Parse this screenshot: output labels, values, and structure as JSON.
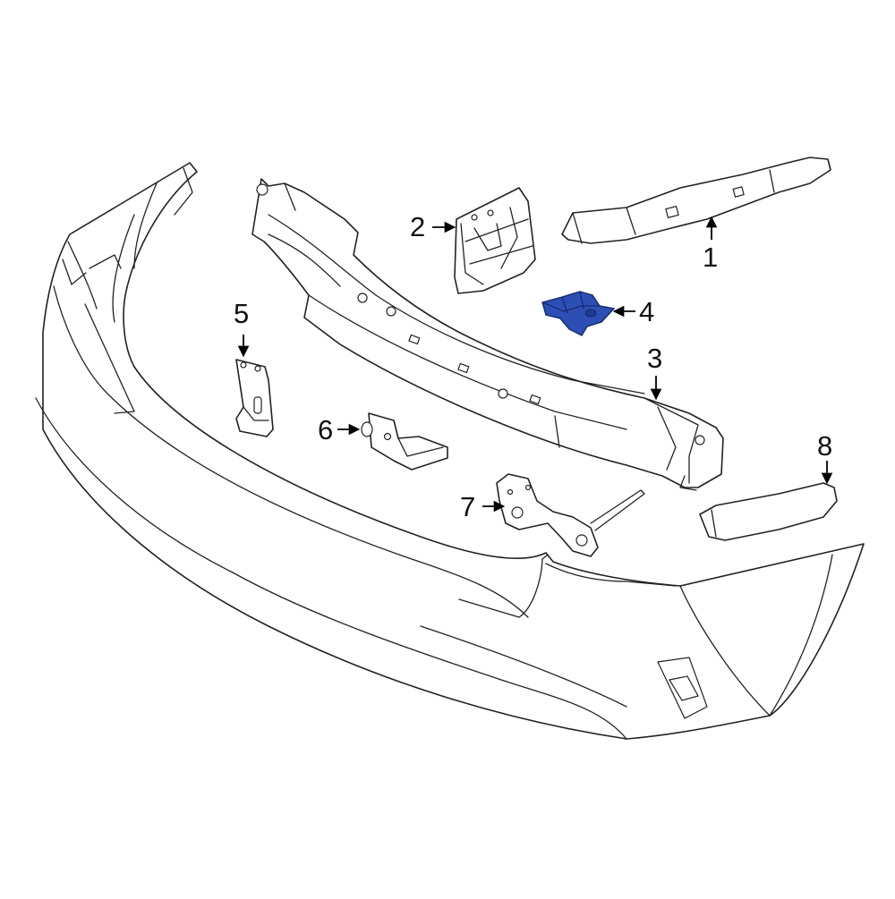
{
  "diagram": {
    "highlight_color": "#2d4fb4",
    "line_color": "#222222",
    "highlighted_part": "4",
    "callouts": [
      {
        "id": "1",
        "text": "1"
      },
      {
        "id": "2",
        "text": "2"
      },
      {
        "id": "3",
        "text": "3"
      },
      {
        "id": "4",
        "text": "4"
      },
      {
        "id": "5",
        "text": "5"
      },
      {
        "id": "6",
        "text": "6"
      },
      {
        "id": "7",
        "text": "7"
      },
      {
        "id": "8",
        "text": "8"
      }
    ]
  }
}
